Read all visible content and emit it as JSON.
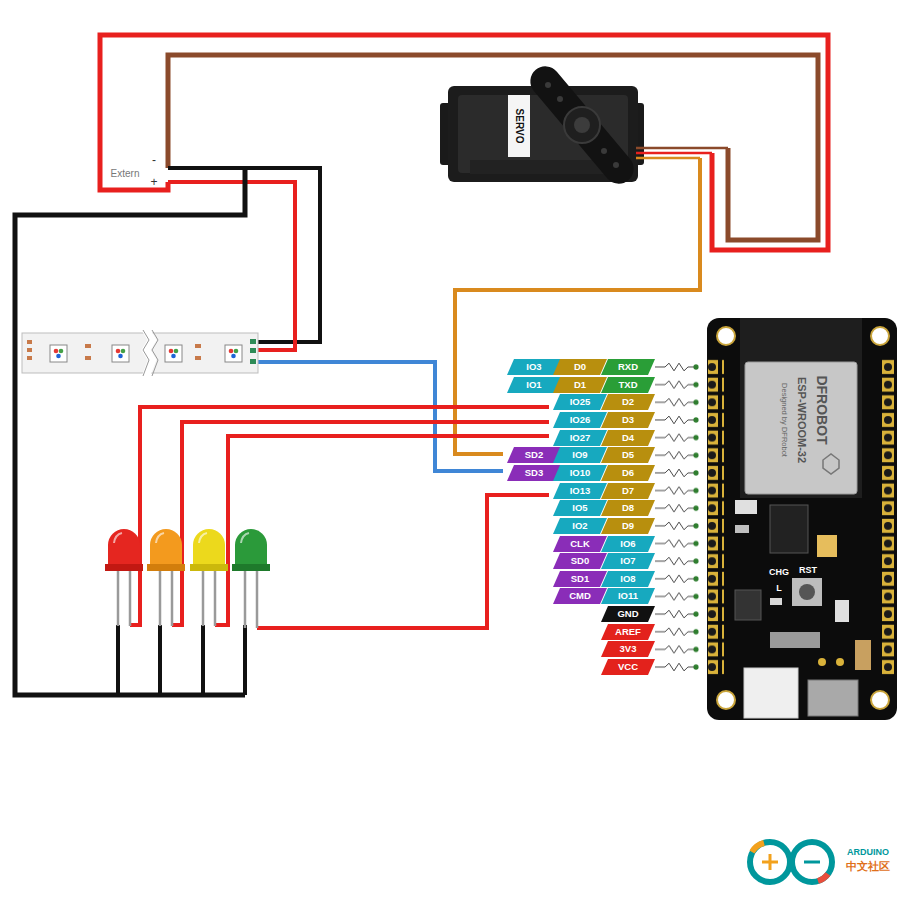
{
  "diagram": {
    "nodes": [
      {
        "text": [
          "IO3"
        ]
      },
      {
        "text": [
          "D0"
        ]
      },
      {
        "text": [
          "RXD"
        ]
      },
      {
        "text": [
          "IO1"
        ]
      },
      {
        "text": [
          "D1"
        ]
      },
      {
        "text": [
          "TXD"
        ]
      },
      {
        "text": [
          "IO25"
        ]
      },
      {
        "text": [
          "D2"
        ]
      },
      {
        "text": [
          "IO26"
        ]
      },
      {
        "text": [
          "D3"
        ]
      },
      {
        "text": [
          "IO27"
        ]
      },
      {
        "text": [
          "D4"
        ]
      },
      {
        "text": [
          "SD2"
        ]
      },
      {
        "text": [
          "IO9"
        ]
      },
      {
        "text": [
          "D5"
        ]
      },
      {
        "text": [
          "SD3"
        ]
      },
      {
        "text": [
          "IO10"
        ]
      },
      {
        "text": [
          "D6"
        ]
      },
      {
        "text": [
          "IO13"
        ]
      },
      {
        "text": [
          "D7"
        ]
      },
      {
        "text": [
          "IO5"
        ]
      },
      {
        "text": [
          "D8"
        ]
      },
      {
        "text": [
          "IO2"
        ]
      },
      {
        "text": [
          "D9"
        ]
      },
      {
        "text": [
          "CLK"
        ]
      },
      {
        "text": [
          "IO6"
        ]
      },
      {
        "text": [
          "SD0"
        ]
      },
      {
        "text": [
          "IO7"
        ]
      },
      {
        "text": [
          "SD1"
        ]
      },
      {
        "text": [
          "IO8"
        ]
      },
      {
        "text": [
          "CMD"
        ]
      },
      {
        "text": [
          "IO11"
        ]
      },
      {
        "text": [
          "GND"
        ]
      },
      {
        "text": [
          "AREF"
        ]
      },
      {
        "text": [
          "3V3"
        ]
      },
      {
        "text": [
          "VCC"
        ]
      }
    ],
    "labels": [
      "Extern",
      "-",
      "+",
      "SERVO",
      "DFROBOT",
      "Designed by DFRobot",
      "ESP-WROOM-32",
      "CHG",
      "L",
      "RST",
      "ARDUINO",
      "中文社区"
    ]
  }
}
